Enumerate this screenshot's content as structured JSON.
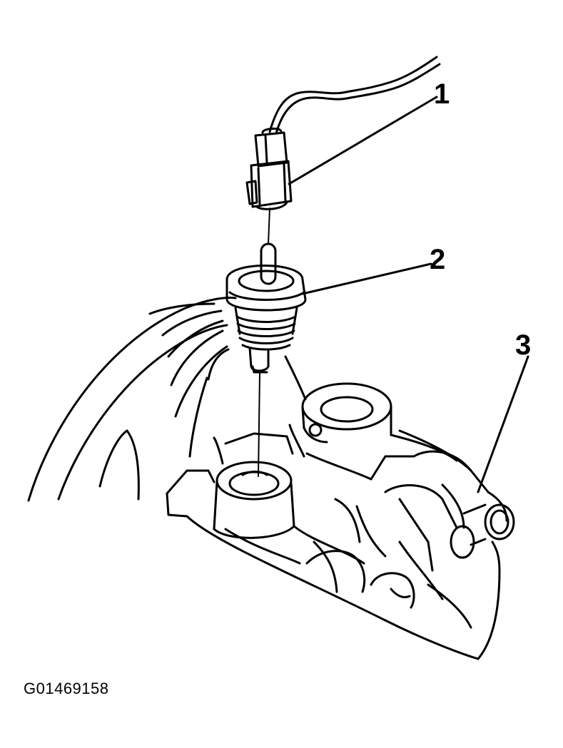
{
  "callouts": {
    "one": "1",
    "two": "2",
    "three": "3"
  },
  "figure_id": "G01469158",
  "colors": {
    "ink": "#000000",
    "paper": "#ffffff"
  }
}
